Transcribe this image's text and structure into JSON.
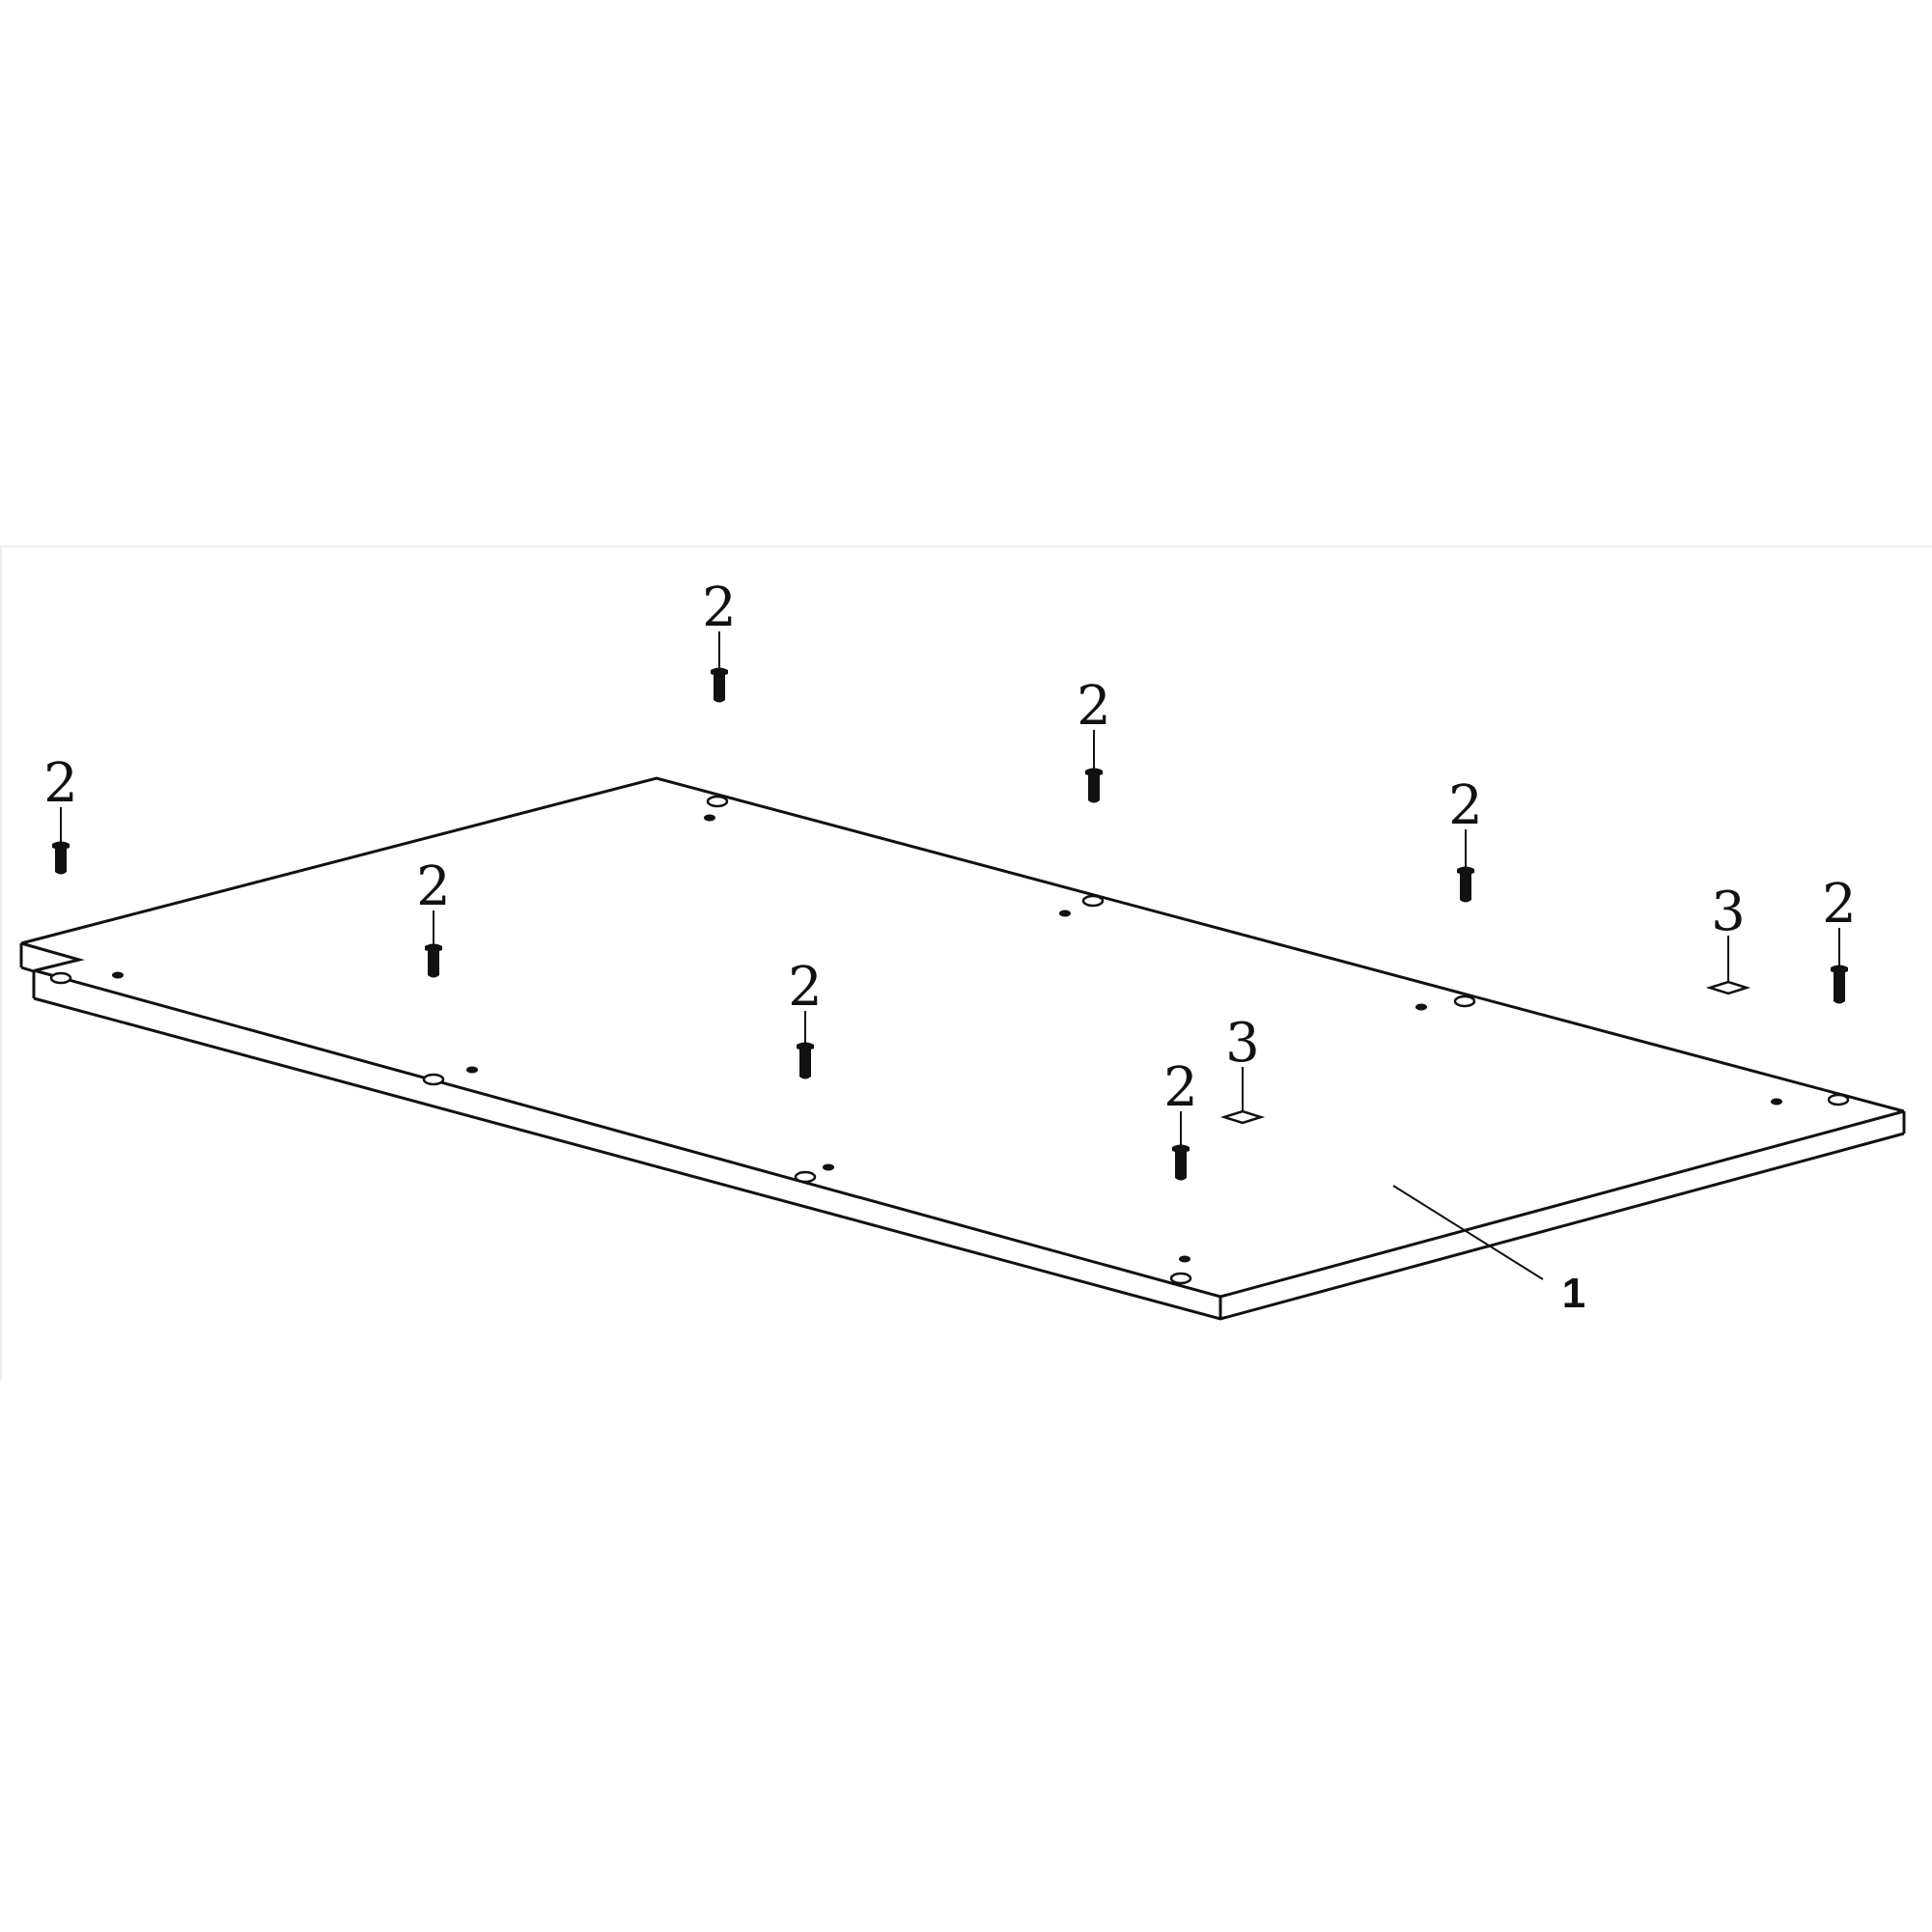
{
  "diagram": {
    "type": "exploded-assembly-view",
    "subject": "Table top panel with fasteners",
    "parts": [
      {
        "id": "1",
        "label": "1",
        "name": "panel-board"
      },
      {
        "id": "2",
        "label": "2",
        "name": "screw",
        "count": 8
      },
      {
        "id": "3",
        "label": "3",
        "name": "washer-pad",
        "count": 2
      }
    ],
    "callouts": {
      "part1": "1",
      "screws": [
        "2",
        "2",
        "2",
        "2",
        "2",
        "2",
        "2",
        "2"
      ],
      "washers": [
        "3",
        "3"
      ]
    },
    "colors": {
      "line": "#111111",
      "background": "#ffffff",
      "frame": "#eeeeee"
    }
  }
}
